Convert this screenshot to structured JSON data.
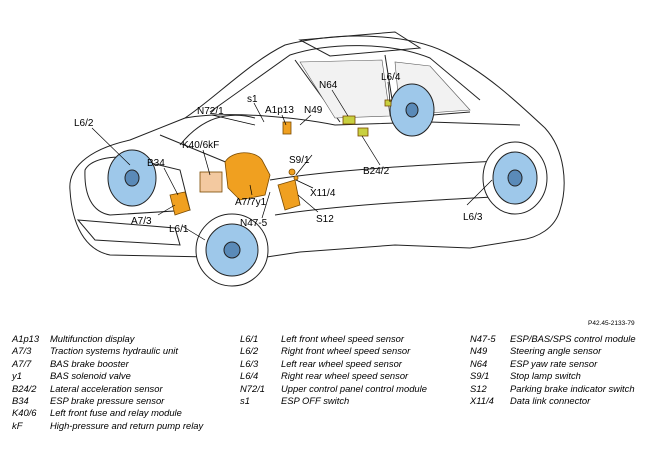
{
  "diagram": {
    "reference": "P42.45-2133-79",
    "labels": [
      {
        "id": "s1",
        "text": "s1"
      },
      {
        "id": "N72/1",
        "text": "N72/1"
      },
      {
        "id": "A1p13",
        "text": "A1p13"
      },
      {
        "id": "N49",
        "text": "N49"
      },
      {
        "id": "N64",
        "text": "N64"
      },
      {
        "id": "L6/4",
        "text": "L6/4"
      },
      {
        "id": "L6/2",
        "text": "L6/2"
      },
      {
        "id": "K40/6kF",
        "text": "K40/6kF"
      },
      {
        "id": "B34",
        "text": "B34"
      },
      {
        "id": "S9/1",
        "text": "S9/1"
      },
      {
        "id": "B24/2",
        "text": "B24/2"
      },
      {
        "id": "X11/4",
        "text": "X11/4"
      },
      {
        "id": "A7/7y1",
        "text": "A7/7y1"
      },
      {
        "id": "A7/3",
        "text": "A7/3"
      },
      {
        "id": "N47-5",
        "text": "N47-5"
      },
      {
        "id": "S12",
        "text": "S12"
      },
      {
        "id": "L6/1",
        "text": "L6/1"
      },
      {
        "id": "L6/3",
        "text": "L6/3"
      }
    ]
  },
  "legend": [
    [
      {
        "code": "A1p13",
        "text": "Multifunction display"
      },
      {
        "code": "A7/3",
        "text": "Traction systems hydraulic unit"
      },
      {
        "code": "A7/7",
        "text": "BAS brake booster"
      },
      {
        "code": "y1",
        "text": "BAS solenoid valve"
      },
      {
        "code": "B24/2",
        "text": "Lateral acceleration sensor"
      },
      {
        "code": "B34",
        "text": "ESP brake pressure sensor"
      },
      {
        "code": "K40/6",
        "text": "Left front fuse and relay module"
      },
      {
        "code": "kF",
        "text": "High-pressure and return pump relay"
      }
    ],
    [
      {
        "code": "L6/1",
        "text": "Left front wheel speed sensor"
      },
      {
        "code": "L6/2",
        "text": "Right front wheel speed sensor"
      },
      {
        "code": "L6/3",
        "text": "Left rear wheel speed sensor"
      },
      {
        "code": "L6/4",
        "text": "Right rear wheel speed sensor"
      },
      {
        "code": "N72/1",
        "text": "Upper control panel control module"
      },
      {
        "code": "s1",
        "text": "ESP OFF switch"
      }
    ],
    [
      {
        "code": "N47-5",
        "text": "ESP/BAS/SPS control module"
      },
      {
        "code": "N49",
        "text": "Steering angle sensor"
      },
      {
        "code": "N64",
        "text": "ESP yaw rate sensor"
      },
      {
        "code": "S9/1",
        "text": "Stop lamp switch"
      },
      {
        "code": "S12",
        "text": "Parking brake indicator switch"
      },
      {
        "code": "X11/4",
        "text": "Data link connector"
      }
    ]
  ]
}
